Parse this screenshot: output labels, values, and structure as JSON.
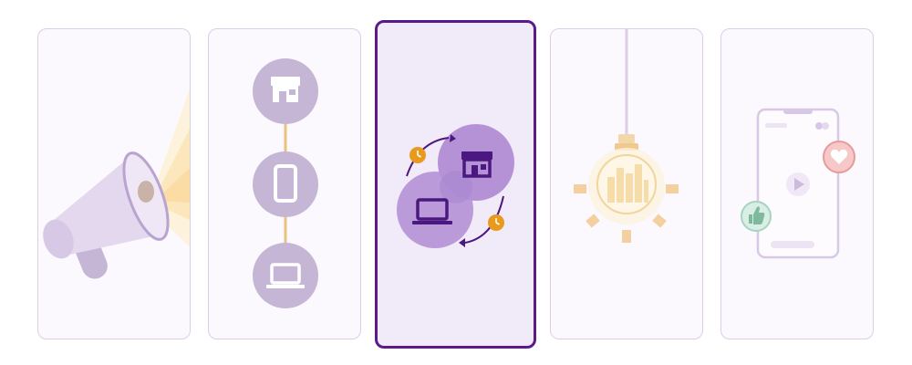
{
  "cards": [
    {
      "id": "megaphone",
      "icon": "megaphone-icon",
      "selected": false
    },
    {
      "id": "channels",
      "icon": "store-phone-laptop-icon",
      "selected": false
    },
    {
      "id": "omnichannel",
      "icon": "store-laptop-sync-icon",
      "selected": true
    },
    {
      "id": "idea",
      "icon": "lightbulb-icon",
      "selected": false
    },
    {
      "id": "social",
      "icon": "phone-social-reactions-icon",
      "selected": false
    }
  ],
  "colors": {
    "card_border": "#dccde8",
    "card_bg": "#fbf9fd",
    "selected_border": "#5a1a8c",
    "selected_bg": "#f1eaf8",
    "circle": "#c6b6d6",
    "circle_strong": "#b592d6",
    "accent_orange": "#e89a1c",
    "glow": "#fde9c0"
  }
}
